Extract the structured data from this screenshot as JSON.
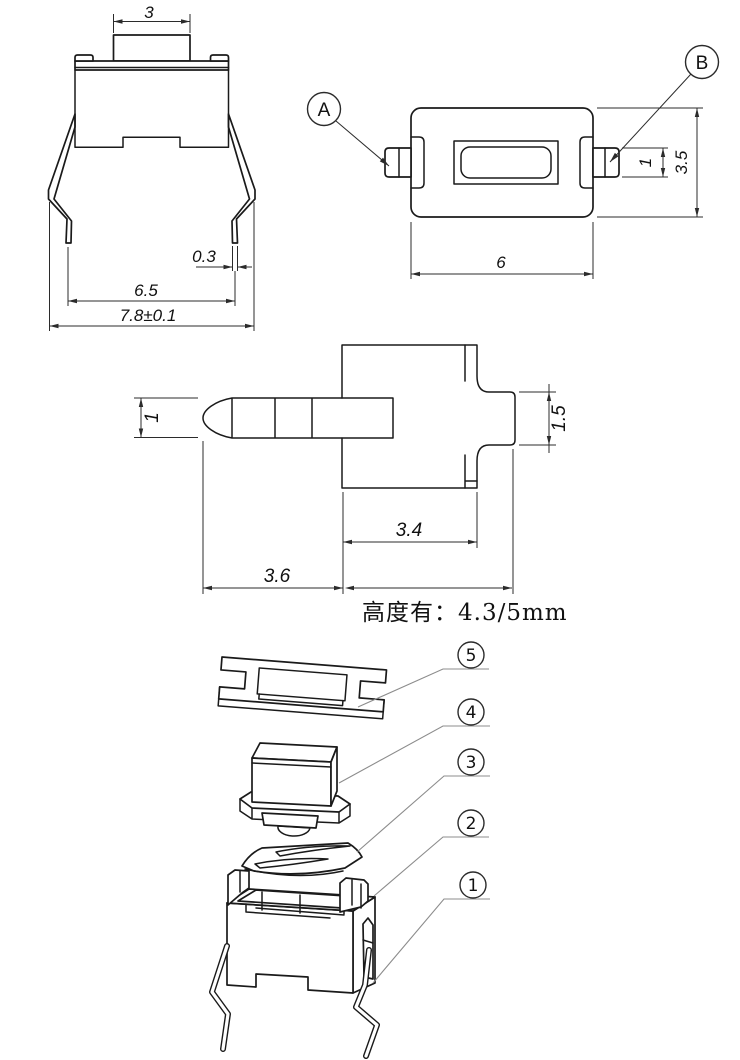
{
  "page": {
    "background": "#ffffff"
  },
  "colors": {
    "line": "#1a1a1a",
    "dimension": "#2b2b2b",
    "leader": "#8c8c8c"
  },
  "front_view": {
    "dim_button_width": "3",
    "dim_pin_thickness": "0.3",
    "dim_pin_spacing": "6.5",
    "dim_overall_width": "7.8±0.1"
  },
  "top_view": {
    "balloon_a": "A",
    "balloon_b": "B",
    "dim_terminal_width": "1",
    "dim_body_height": "3.5",
    "dim_body_width": "6"
  },
  "side_view": {
    "dim_pin_diameter": "1",
    "dim_boss_height": "1.5",
    "dim_body_depth": "3.4",
    "dim_pin_length": "3.6",
    "height_note": "高度有：4.3/5mm"
  },
  "exploded_view": {
    "balloon_5": "5",
    "balloon_4": "4",
    "balloon_3": "3",
    "balloon_2": "2",
    "balloon_1": "1"
  }
}
